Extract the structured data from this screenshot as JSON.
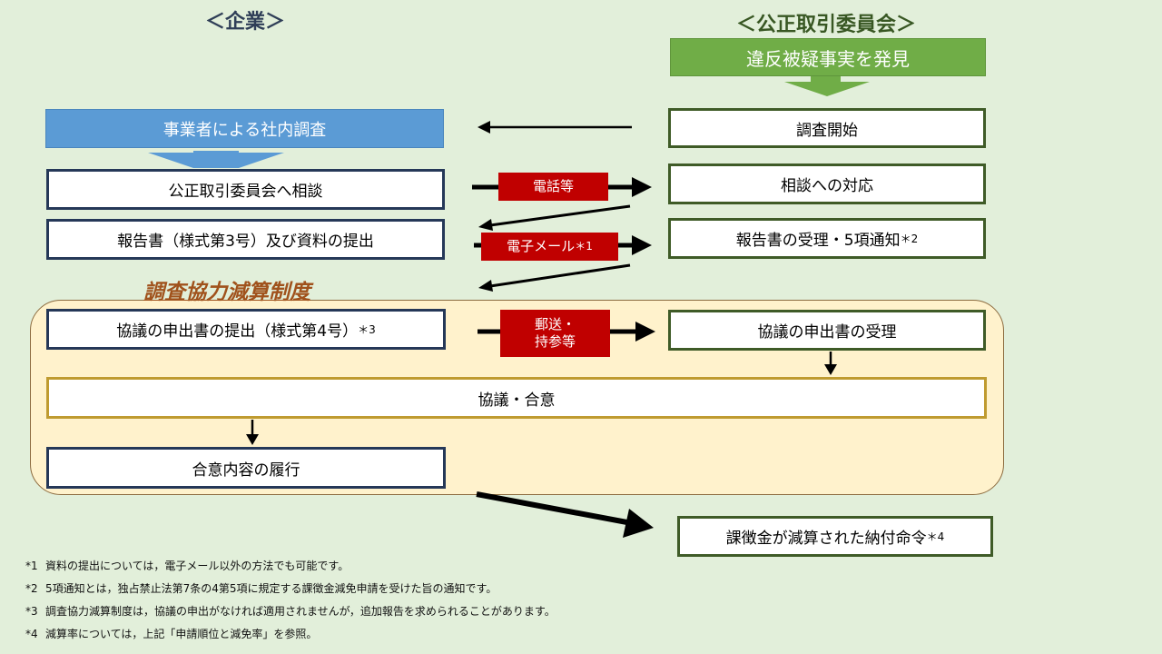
{
  "columns": {
    "company": "＜企業＞",
    "jftc": "＜公正取引委員会＞"
  },
  "company_steps": {
    "internal_investigation": "事業者による社内調査",
    "consult": "公正取引委員会へ相談",
    "report": "報告書（様式第3号）及び資料の提出",
    "application": "協議の申出書の提出（様式第4号）",
    "application_note": "＊3",
    "perform": "合意内容の履行"
  },
  "jftc_steps": {
    "discovery": "違反被疑事実を発見",
    "start": "調査開始",
    "respond": "相談への対応",
    "receive_report": "報告書の受理・5項通知",
    "receive_report_note": "＊2",
    "receive_application": "協議の申出書の受理",
    "order": "課徴金が減算された納付命令",
    "order_note": "＊4"
  },
  "shared_steps": {
    "agreement": "協議・合意"
  },
  "channels": {
    "phone": "電話等",
    "email": "電子メール",
    "email_note": "＊1",
    "mail_line1": "郵送・",
    "mail_line2": "持参等"
  },
  "program_title": "調査協力減算制度",
  "notes": [
    {
      "mark": "*1",
      "text": "資料の提出については，電子メール以外の方法でも可能です。"
    },
    {
      "mark": "*2",
      "text": "5項通知とは，独占禁止法第7条の4第5項に規定する課徴金減免申請を受けた旨の通知です。"
    },
    {
      "mark": "*3",
      "text": "調査協力減算制度は，協議の申出がなければ適用されませんが，追加報告を求められることがあります。"
    },
    {
      "mark": "*4",
      "text": "減算率については，上記「申請順位と減免率」を参照。"
    }
  ],
  "colors": {
    "background": "#e2efda",
    "company_border": "#253858",
    "jftc_border": "#3f5b27",
    "agreement_border": "#bf9b30",
    "blue_fill": "#5b9bd5",
    "green_fill": "#70ad47",
    "channel_tag": "#c00000",
    "program_area": "#fff2cc",
    "program_title": "#a0521c"
  }
}
